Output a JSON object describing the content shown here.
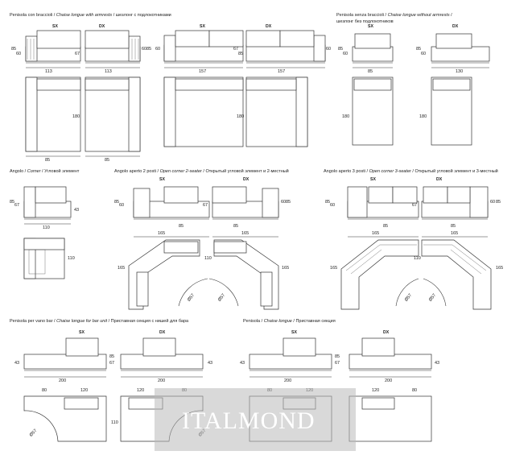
{
  "sections": {
    "peninsula_armrests": {
      "it": "Penisola con braccioli / ",
      "en": "Chaise longue with armrests",
      "ru": " / шезлонг с подлокотниками"
    },
    "peninsula_no_armrests": {
      "it": "Penisola senza braccioli / ",
      "en": "Chaise longue without armrests",
      "ru": " /",
      "ru2": "шезлонг без подлокотников"
    },
    "corner": {
      "it": "Angolo / ",
      "en": "Corner",
      "ru": " / Угловой элемент"
    },
    "open_corner_2": {
      "it": "Angolo aperto 2 posti / ",
      "en": "Open corner 2-seater",
      "ru": " / Открытый угловой элемент и 2-местный"
    },
    "open_corner_3": {
      "it": "Angolo aperto 3 posti / ",
      "en": "Open corner 3-seater",
      "ru": " / Открытый угловой элемент и 3-местный"
    },
    "bar_unit": {
      "it": "Penisola per vano bar / ",
      "en": "Chaise longue for bar unit",
      "ru": " / Приставная секция с нишей для бара"
    },
    "chaise": {
      "it": "Penisola / ",
      "en": "Chaise longue",
      "ru": " / Приставная секция"
    }
  },
  "labels": {
    "sx": "SX",
    "dx": "DX"
  },
  "dims": {
    "d113": "113",
    "d157": "157",
    "d85": "85",
    "d130": "130",
    "d180": "180",
    "d60": "60",
    "d67": "67",
    "d110": "110",
    "d43": "43",
    "d165": "165",
    "d200": "200",
    "d80": "80",
    "d120": "120",
    "d57": "Ø57"
  },
  "watermark": "ITALMOND"
}
